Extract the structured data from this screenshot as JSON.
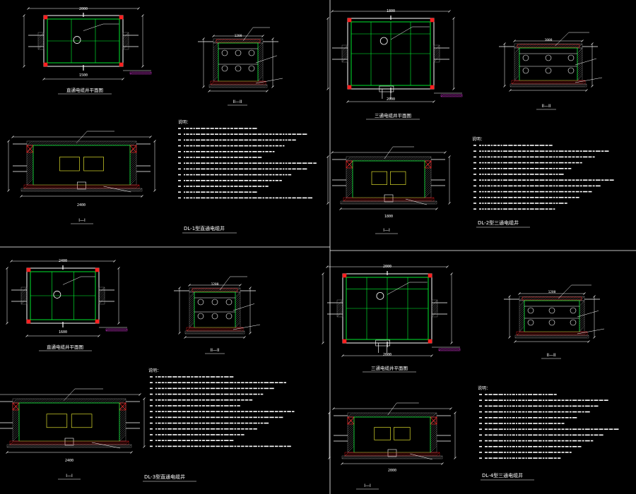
{
  "sheet": {
    "background_color": "#000000",
    "dividers": {
      "color": "#ffffff"
    },
    "colors": {
      "green": "#00ff33",
      "white": "#ffffff",
      "red": "#ff2020",
      "yellow": "#ffff33",
      "cyan": "#00ffff",
      "magenta": "#ff40ff",
      "gray": "#9a9a9a",
      "orange": "#ff8a00"
    }
  },
  "panels": [
    {
      "id": "p1",
      "plan_title": "直通电缆井平面图",
      "section_a_label": "II—II",
      "section_b_label": "I—I",
      "drawing_title": "DL-1型直通电缆井",
      "notes_heading": "说明：",
      "dims": {
        "plan_top": "2000",
        "plan_bottom": "1500",
        "section_bottom": "2400",
        "small_top": "1200"
      }
    },
    {
      "id": "p2",
      "plan_title": "三通电缆井平面图",
      "section_a_label": "II—II",
      "section_b_label": "I—I",
      "drawing_title": "DL-2型三通电缆井",
      "notes_heading": "说明：",
      "dims": {
        "plan_top": "1800",
        "plan_bottom": "2000",
        "section_bottom": "1800",
        "small_top": "1000"
      }
    },
    {
      "id": "p3",
      "plan_title": "直通电缆井平面图",
      "section_a_label": "II—II",
      "section_b_label": "I—I",
      "drawing_title": "DL-3型直通电缆井",
      "notes_heading": "说明：",
      "dims": {
        "plan_top": "2400",
        "plan_bottom": "1600",
        "section_bottom": "2400",
        "small_top": "1200"
      }
    },
    {
      "id": "p4",
      "plan_title": "三通电缆井平面图",
      "section_a_label": "II—II",
      "section_b_label": "I—I",
      "drawing_title": "DL-4型三通电缆井",
      "notes_heading": "说明：",
      "dims": {
        "plan_top": "2000",
        "plan_bottom": "2000",
        "section_bottom": "2000",
        "small_top": "1200"
      }
    }
  ]
}
